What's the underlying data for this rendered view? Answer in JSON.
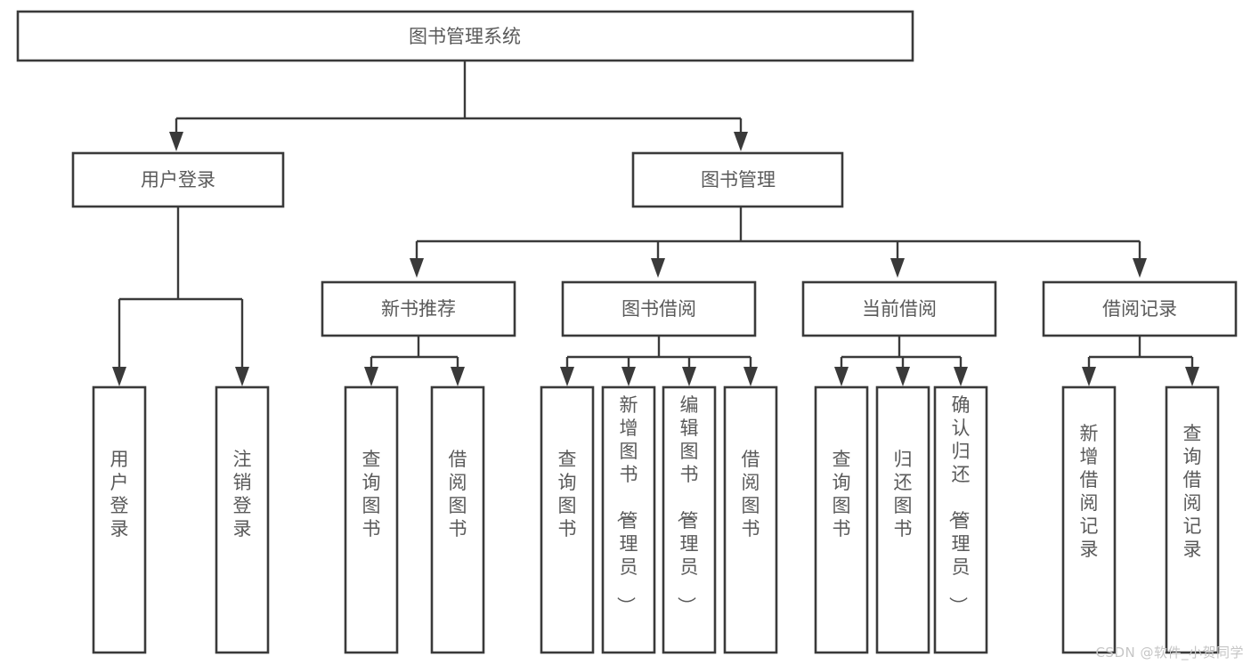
{
  "diagram": {
    "title": "图书管理系统",
    "type": "tree-hierarchy",
    "root": {
      "id": "root",
      "label": "图书管理系统",
      "orientation": "horizontal"
    },
    "level2": [
      {
        "id": "user-login",
        "label": "用户登录",
        "orientation": "horizontal"
      },
      {
        "id": "book-management",
        "label": "图书管理",
        "orientation": "horizontal"
      }
    ],
    "level3": [
      {
        "id": "new-book-recommend",
        "label": "新书推荐",
        "parent": "book-management",
        "orientation": "horizontal"
      },
      {
        "id": "book-borrow",
        "label": "图书借阅",
        "parent": "book-management",
        "orientation": "horizontal"
      },
      {
        "id": "current-borrow",
        "label": "当前借阅",
        "parent": "book-management",
        "orientation": "horizontal"
      },
      {
        "id": "borrow-record",
        "label": "借阅记录",
        "parent": "book-management",
        "orientation": "horizontal"
      }
    ],
    "leaves": [
      {
        "id": "leaf-user-login",
        "label": "用户登录",
        "parent": "user-login",
        "orientation": "vertical"
      },
      {
        "id": "leaf-logout-login",
        "label": "注销登录",
        "parent": "user-login",
        "orientation": "vertical"
      },
      {
        "id": "leaf-query-book-1",
        "label": "查询图书",
        "parent": "new-book-recommend",
        "orientation": "vertical"
      },
      {
        "id": "leaf-borrow-book-1",
        "label": "借阅图书",
        "parent": "new-book-recommend",
        "orientation": "vertical"
      },
      {
        "id": "leaf-query-book-2",
        "label": "查询图书",
        "parent": "book-borrow",
        "orientation": "vertical"
      },
      {
        "id": "leaf-add-book",
        "label": "新增图书（管理员）",
        "parent": "book-borrow",
        "orientation": "vertical"
      },
      {
        "id": "leaf-edit-book",
        "label": "编辑图书（管理员）",
        "parent": "book-borrow",
        "orientation": "vertical"
      },
      {
        "id": "leaf-borrow-book-2",
        "label": "借阅图书",
        "parent": "book-borrow",
        "orientation": "vertical"
      },
      {
        "id": "leaf-query-book-3",
        "label": "查询图书",
        "parent": "current-borrow",
        "orientation": "vertical"
      },
      {
        "id": "leaf-return-book",
        "label": "归还图书",
        "parent": "current-borrow",
        "orientation": "vertical"
      },
      {
        "id": "leaf-confirm-return",
        "label": "确认归还（管理员）",
        "parent": "current-borrow",
        "orientation": "vertical"
      },
      {
        "id": "leaf-add-record",
        "label": "新增借阅记录",
        "parent": "borrow-record",
        "orientation": "vertical"
      },
      {
        "id": "leaf-query-record",
        "label": "查询借阅记录",
        "parent": "borrow-record",
        "orientation": "vertical"
      }
    ],
    "colors": {
      "box_stroke": "#3a3a3a",
      "box_fill": "#ffffff",
      "connector": "#3a3a3a",
      "label_text": "#5a5a5a",
      "background": "#ffffff",
      "watermark": "#c6c6c6"
    }
  },
  "watermark": {
    "text": "CSDN @软件_小贺同学"
  }
}
